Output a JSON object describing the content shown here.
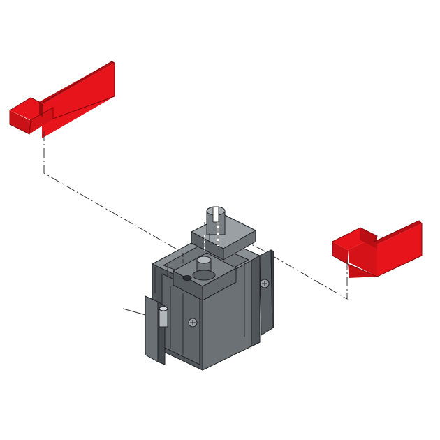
{
  "diagram": {
    "kind": "exploded-assembly-illustration",
    "parts": [
      {
        "id": "left-bracket",
        "color": "#e8141b"
      },
      {
        "id": "right-bracket",
        "color": "#e8141b"
      },
      {
        "id": "mechanism-unit",
        "color": "#555a5e"
      }
    ],
    "colors": {
      "accent_red": "#e8141b",
      "red_dark": "#b10d12",
      "housing_dark": "#3f4346",
      "housing_mid": "#5b6064",
      "housing_light": "#7a8084",
      "line": "#222222",
      "background": "#ffffff"
    }
  }
}
